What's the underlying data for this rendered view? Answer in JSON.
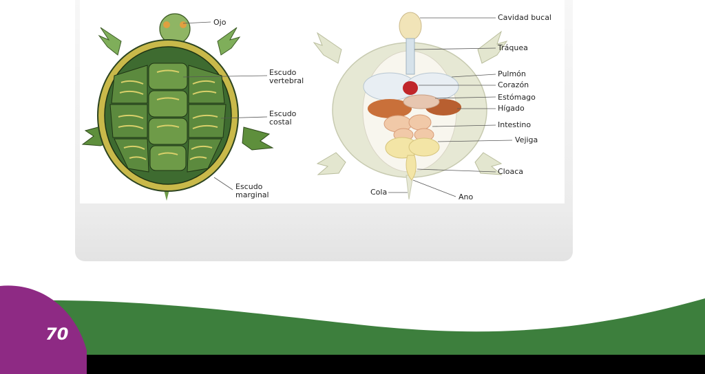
{
  "page_number": "70",
  "colors": {
    "green_band": "#3d7f3d",
    "purple": "#8e2a84",
    "black_bar": "#000000",
    "panel": "#ececec"
  },
  "shell_labels": {
    "ojo": "Ojo",
    "vertebral_1": "Escudo",
    "vertebral_2": "vertebral",
    "costal_1": "Escudo",
    "costal_2": "costal",
    "marginal_1": "Escudo",
    "marginal_2": "marginal"
  },
  "anatomy_labels": {
    "cavidad": "Cavidad bucal",
    "traquea": "Tráquea",
    "pulmon": "Pulmón",
    "corazon": "Corazón",
    "estomago": "Estómago",
    "higado": "Hígado",
    "intestino": "Intestino",
    "vejiga": "Vejiga",
    "cloaca": "Cloaca",
    "cola": "Cola",
    "ano": "Ano"
  }
}
